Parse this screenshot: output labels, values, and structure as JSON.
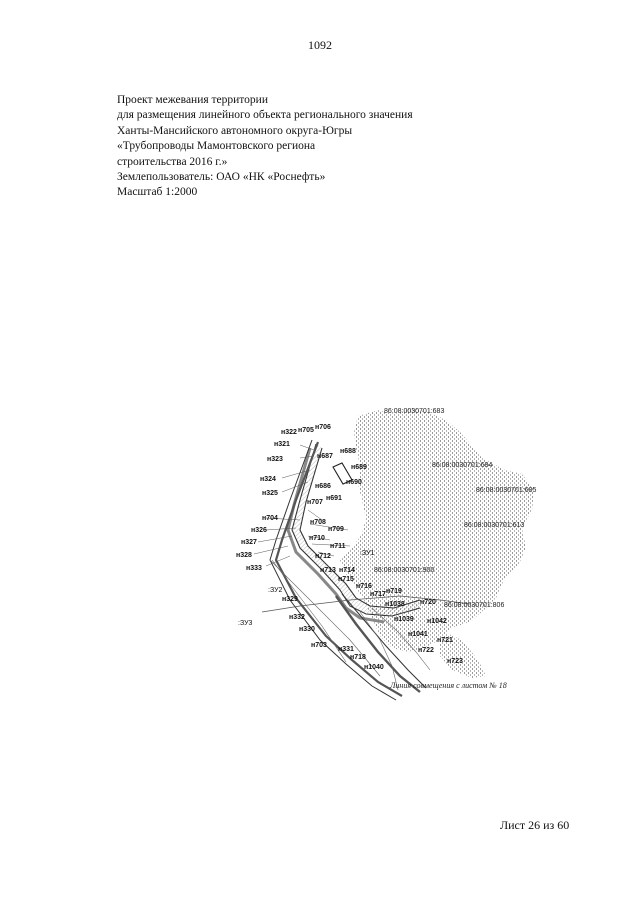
{
  "page_number": "1092",
  "header_lines": [
    "Проект межевания территории",
    "для размещения линейного объекта регионального значения",
    "Ханты-Мансийского автономного округа-Югры",
    "«Трубопроводы Мамонтовского региона",
    "строительства 2016 г.»",
    "Землепользователь: ОАО «НК «Роснефть»",
    "Масштаб 1:2000"
  ],
  "map": {
    "cadastral_labels": [
      "86:08:0030701:683",
      "86:08:0030701:684",
      "86:08:0030701:685",
      "86:08:0030701:613",
      "86:08:0030701:900",
      "86:08:0030701:806"
    ],
    "zone_labels": [
      ":ЗУ1",
      ":ЗУ2",
      ":ЗУ3"
    ],
    "point_labels": [
      "н322",
      "н705",
      "н706",
      "н321",
      "н323",
      "н687",
      "н688",
      "н689",
      "н324",
      "н690",
      "н325",
      "н686",
      "н691",
      "н707",
      "н704",
      "н708",
      "н326",
      "н709",
      "н710",
      "н327",
      "н711",
      "н328",
      "н712",
      "н333",
      "н713",
      "н714",
      "н715",
      "н716",
      "н717",
      "н719",
      "н1038",
      "н720",
      "н329",
      "н332",
      "н1039",
      "н1042",
      "н330",
      "н1041",
      "н721",
      "н703",
      "н331",
      "н722",
      "н718",
      "н723",
      "н1040"
    ],
    "caption": "Линия совмещения с листом № 18"
  },
  "footer": "Лист 26 из 60"
}
